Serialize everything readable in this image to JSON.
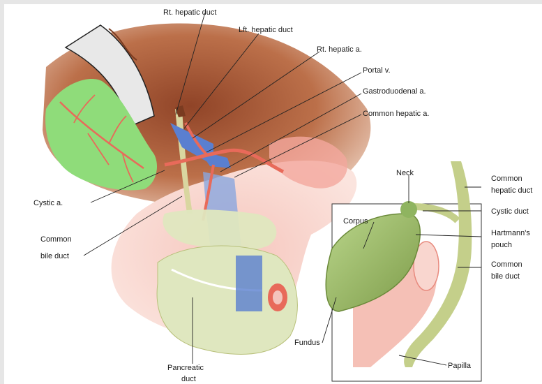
{
  "labels": {
    "rt_hepatic_duct": "Rt. hepatic duct",
    "lft_hepatic_duct": "Lft. hepatic duct",
    "rt_hepatic_a": "Rt. hepatic a.",
    "portal_v": "Portal v.",
    "gastroduodenal_a": "Gastroduodenal a.",
    "common_hepatic_a": "Common hepatic a.",
    "cystic_a": "Cystic a.",
    "common_bile_duct_left_1": "Common",
    "common_bile_duct_left_2": "bile duct",
    "pancreatic_duct_1": "Pancreatic",
    "pancreatic_duct_2": "duct",
    "neck": "Neck",
    "corpus": "Corpus",
    "fundus": "Fundus",
    "papilla": "Papilla",
    "common_hepatic_duct_1": "Common",
    "common_hepatic_duct_2": "hepatic duct",
    "cystic_duct": "Cystic duct",
    "hartmanns_1": "Hartmann's",
    "hartmanns_2": "pouch",
    "common_bile_duct_right_1": "Common",
    "common_bile_duct_right_2": "bile duct"
  },
  "colors": {
    "liver": "#b35a32",
    "gallbladder": "#8fdc7a",
    "artery": "#e86a5a",
    "vein": "#5a7fd0",
    "bile_duct": "#d9d6a0",
    "pancreas": "#dfe7bf",
    "duodenum": "#f2b8b0"
  }
}
